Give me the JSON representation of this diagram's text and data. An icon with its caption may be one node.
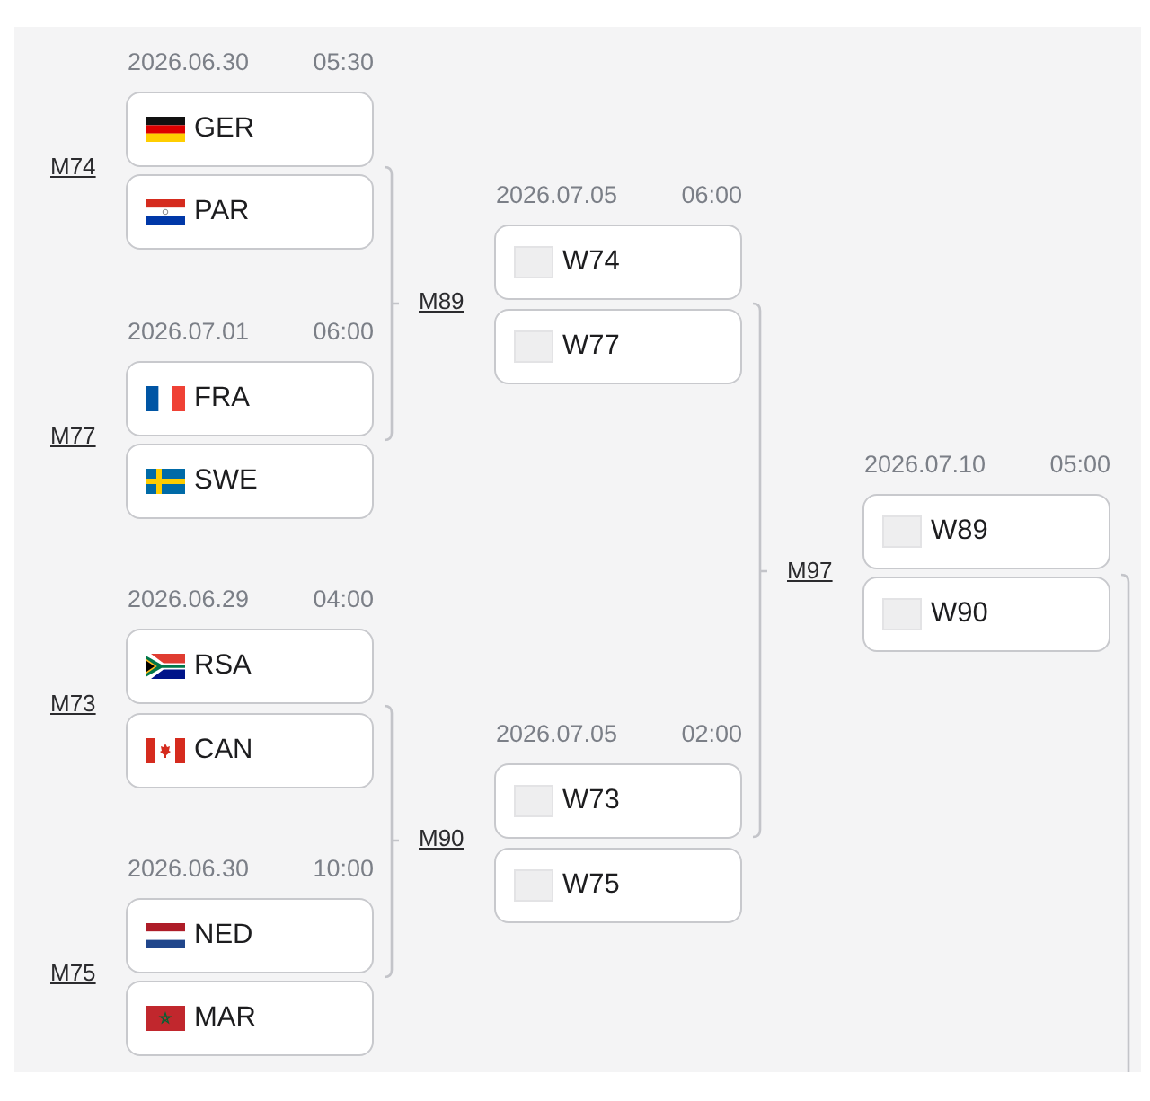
{
  "diagram": {
    "nodes": [
      {
        "text": [
          "GER"
        ],
        "beside": [
          "2026.06.30",
          "05:30"
        ]
      },
      {
        "text": [
          "PAR"
        ]
      },
      {
        "text": [
          "FRA"
        ],
        "beside": [
          "2026.07.01",
          "06:00"
        ]
      },
      {
        "text": [
          "SWE"
        ]
      },
      {
        "text": [
          "RSA"
        ],
        "beside": [
          "2026.06.29",
          "04:00"
        ]
      },
      {
        "text": [
          "CAN"
        ]
      },
      {
        "text": [
          "NED"
        ],
        "beside": [
          "2026.06.30",
          "10:00"
        ]
      },
      {
        "text": [
          "MAR"
        ]
      },
      {
        "text": [
          "W74"
        ],
        "beside": [
          "2026.07.05",
          "06:00"
        ]
      },
      {
        "text": [
          "W77"
        ]
      },
      {
        "text": [
          "W73"
        ],
        "beside": [
          "2026.07.05",
          "02:00"
        ]
      },
      {
        "text": [
          "W75"
        ]
      },
      {
        "text": [
          "W89"
        ],
        "beside": [
          "2026.07.10",
          "05:00"
        ]
      },
      {
        "text": [
          "W90"
        ]
      }
    ],
    "labels": [
      "M74",
      "M77",
      "M73",
      "M75",
      "M89",
      "M90",
      "M97"
    ]
  }
}
